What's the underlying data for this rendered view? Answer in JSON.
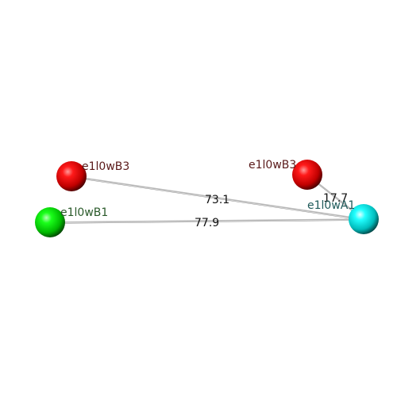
{
  "atoms": [
    {
      "id": "a_red_left",
      "label": "e1l0wB3",
      "element_color": "#ff0000",
      "label_color": "#5a1a1a"
    },
    {
      "id": "a_red_right",
      "label": "e1l0wB3",
      "element_color": "#ff0000",
      "label_color": "#5a1a1a"
    },
    {
      "id": "a_green",
      "label": "e1l0wB1",
      "element_color": "#00ff00",
      "label_color": "#2a5a2a"
    },
    {
      "id": "a_cyan",
      "label": "e1l0wA1",
      "element_color": "#00ffff",
      "label_color": "#1f5a5a"
    }
  ],
  "distances": [
    {
      "from": "a_red_left",
      "to": "a_cyan",
      "value": "73.1"
    },
    {
      "from": "a_green",
      "to": "a_cyan",
      "value": "77.9"
    },
    {
      "from": "a_red_right",
      "to": "a_cyan",
      "value": "17.7"
    }
  ]
}
